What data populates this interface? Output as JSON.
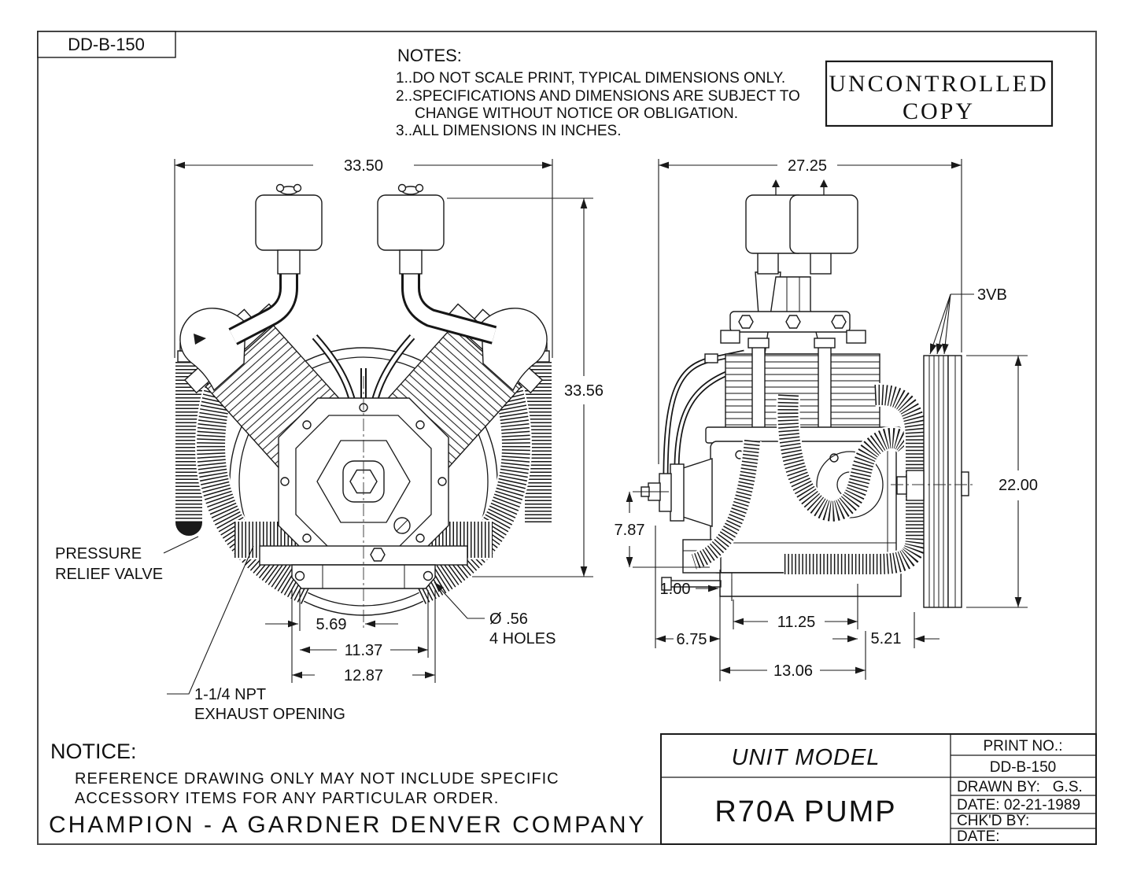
{
  "page": {
    "doc_number": "DD-B-150"
  },
  "stamp": {
    "line1": "UNCONTROLLED",
    "line2": "COPY"
  },
  "notes": {
    "heading": "NOTES:",
    "items": [
      "1..DO NOT SCALE PRINT, TYPICAL DIMENSIONS ONLY.",
      "2..SPECIFICATIONS AND DIMENSIONS ARE SUBJECT TO",
      "CHANGE WITHOUT NOTICE OR OBLIGATION.",
      "3..ALL DIMENSIONS IN INCHES."
    ]
  },
  "front_view": {
    "width": "33.50",
    "height": "33.56",
    "hole_span": "5.69",
    "bolt_span": "11.37",
    "base_span": "12.87",
    "pressure_relief_line1": "PRESSURE",
    "pressure_relief_line2": "RELIEF VALVE",
    "holes_line1": "Ø .56",
    "holes_line2": "4 HOLES",
    "exhaust_line1": "1-1/4 NPT",
    "exhaust_line2": "EXHAUST OPENING"
  },
  "side_view": {
    "width": "27.25",
    "pulley_diameter": "22.00",
    "center_height": "7.87",
    "foot_offset": "1.00",
    "mount_span": "11.25",
    "left_offset": "6.75",
    "pulley_offset": "5.21",
    "base_span": "13.06",
    "belt_label": "3VB"
  },
  "notice": {
    "heading": "NOTICE:",
    "line1": "REFERENCE DRAWING ONLY MAY NOT INCLUDE SPECIFIC",
    "line2": "ACCESSORY ITEMS FOR ANY PARTICULAR ORDER.",
    "company": "CHAMPION - A GARDNER DENVER COMPANY"
  },
  "title_block": {
    "unit_model_label": "UNIT MODEL",
    "model_name": "R70A PUMP",
    "print_no_label": "PRINT NO.:",
    "print_no_value": "DD-B-150",
    "drawn_by": "DRAWN BY:   G.S.",
    "drawn_date": "DATE: 02-21-1989",
    "checked_by": "CHK'D BY:",
    "checked_date": "DATE:"
  }
}
